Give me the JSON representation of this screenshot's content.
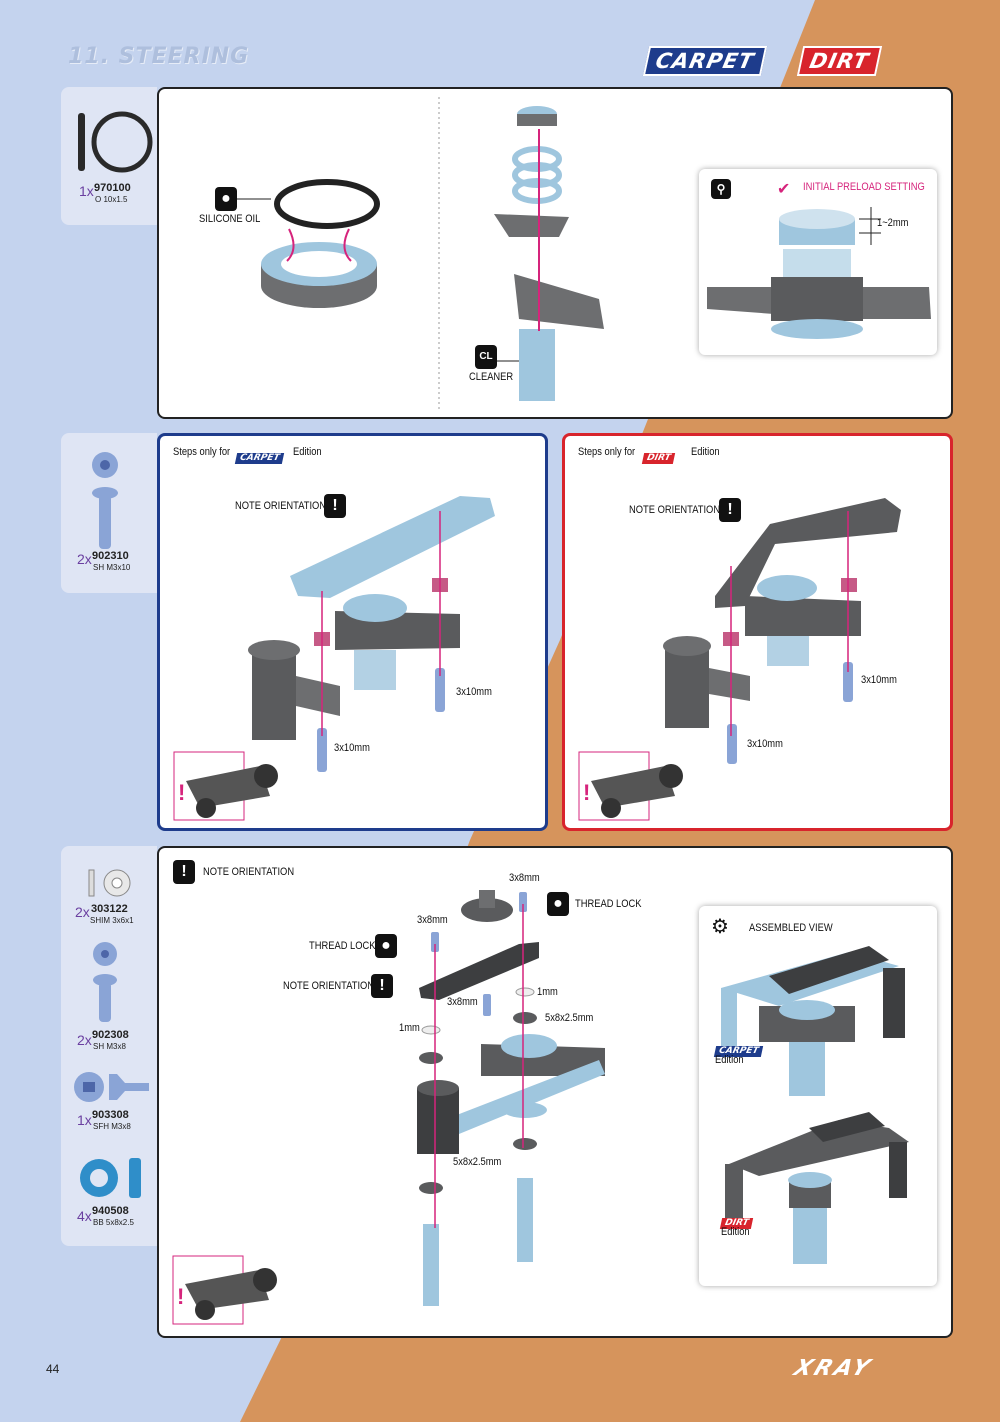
{
  "page": {
    "section_title": "11. STEERING",
    "edition_carpet": "CARPET",
    "edition_dirt": "DIRT",
    "page_number": "44",
    "brand": "XRAY"
  },
  "colors": {
    "blue_bg": "#c4d3ee",
    "orange_bg": "#d6945c",
    "carpet_blue": "#1e3c8c",
    "dirt_red": "#d8242c",
    "part_metal": "#6d6e70",
    "part_alu": "#9fc6de",
    "part_pink": "#c65a86",
    "arrow_magenta": "#d6247c"
  },
  "step1": {
    "parts": [
      {
        "qty": "1x",
        "number": "970100",
        "desc": "O 10x1.5"
      }
    ],
    "labels": {
      "silicone_oil": "SILICONE OIL",
      "cleaner": "CLEANER",
      "initial_preload": "INITIAL PRELOAD SETTING",
      "preload_value": "1~2mm"
    }
  },
  "step2": {
    "parts": [
      {
        "qty": "2x",
        "number": "902310",
        "desc": "SH M3x10"
      }
    ],
    "carpet": {
      "steps_only_for": "Steps only for",
      "edition_word": "Edition",
      "note_orientation": "NOTE ORIENTATION",
      "screw_a": "3x10mm",
      "screw_b": "3x10mm"
    },
    "dirt": {
      "steps_only_for": "Steps only for",
      "edition_word": "Edition",
      "note_orientation": "NOTE ORIENTATION",
      "screw_a": "3x10mm",
      "screw_b": "3x10mm"
    }
  },
  "step3": {
    "parts": [
      {
        "qty": "2x",
        "number": "303122",
        "desc": "SHIM 3x6x1"
      },
      {
        "qty": "2x",
        "number": "902308",
        "desc": "SH M3x8"
      },
      {
        "qty": "1x",
        "number": "903308",
        "desc": "SFH M3x8"
      },
      {
        "qty": "4x",
        "number": "940508",
        "desc": "BB 5x8x2.5"
      }
    ],
    "labels": {
      "note_orientation_top": "NOTE ORIENTATION",
      "screw_top": "3x8mm",
      "thread_lock_right": "THREAD LOCK",
      "screw_left": "3x8mm",
      "thread_lock_left": "THREAD LOCK",
      "note_orientation_mid": "NOTE ORIENTATION",
      "screw_mid": "3x8mm",
      "shim_right": "1mm",
      "shim_left": "1mm",
      "bearing_top": "5x8x2.5mm",
      "bearing_bottom": "5x8x2.5mm",
      "assembled_view": "ASSEMBLED VIEW",
      "edition_word_carpet": "Edition",
      "edition_word_dirt": "Edition"
    }
  }
}
